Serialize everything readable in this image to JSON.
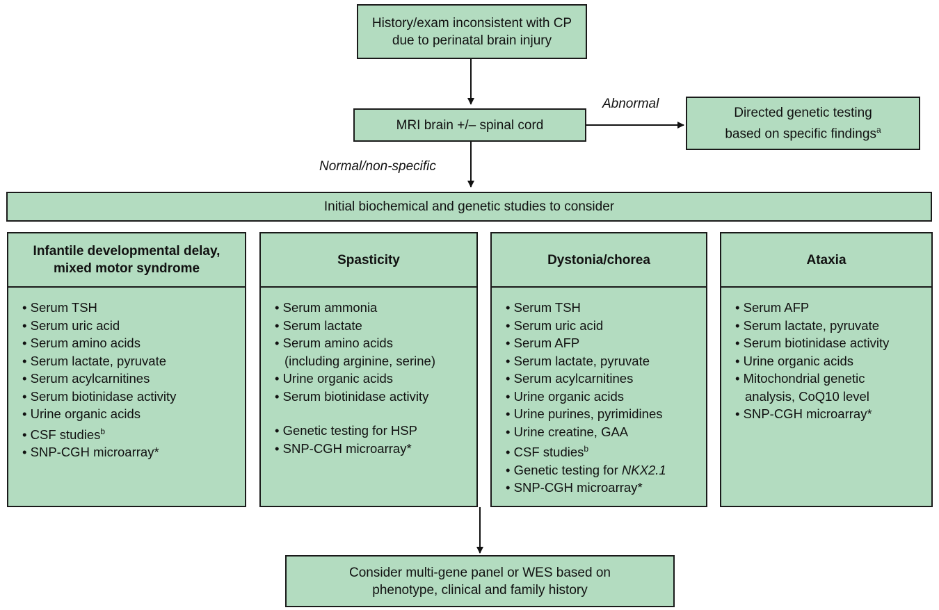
{
  "nodes": {
    "start": {
      "lines": [
        "History/exam inconsistent with CP",
        "due to perinatal brain injury"
      ]
    },
    "mri": {
      "text": "MRI brain +/– spinal cord"
    },
    "directed": {
      "line1": "Directed genetic testing",
      "line2": "based on specific findings",
      "sup": "a"
    },
    "initial": {
      "text": "Initial biochemical and genetic studies to consider"
    },
    "final": {
      "lines": [
        "Consider multi-gene panel or WES based on",
        "phenotype, clinical and family history"
      ]
    }
  },
  "edge_labels": {
    "abnormal": "Abnormal",
    "normal": "Normal/non-specific"
  },
  "columns": [
    {
      "title_lines": [
        "Infantile developmental delay,",
        "mixed motor syndrome"
      ],
      "items": [
        {
          "text": "Serum TSH"
        },
        {
          "text": "Serum uric acid"
        },
        {
          "text": "Serum amino acids"
        },
        {
          "text": "Serum lactate, pyruvate"
        },
        {
          "text": "Serum acylcarnitines"
        },
        {
          "text": "Serum biotinidase activity"
        },
        {
          "text": "Urine organic acids"
        },
        {
          "text": "CSF studies",
          "sup": "b"
        },
        {
          "text": "SNP-CGH microarray*"
        }
      ]
    },
    {
      "title_lines": [
        "Spasticity"
      ],
      "items": [
        {
          "text": "Serum ammonia"
        },
        {
          "text": "Serum lactate"
        },
        {
          "text": "Serum amino acids",
          "cont": "(including arginine, serine)"
        },
        {
          "text": "Urine organic acids"
        },
        {
          "text": "Serum biotinidase activity"
        },
        {
          "text": "Genetic testing for HSP",
          "gap": true
        },
        {
          "text": "SNP-CGH microarray*"
        }
      ]
    },
    {
      "title_lines": [
        "Dystonia/chorea"
      ],
      "items": [
        {
          "text": "Serum TSH"
        },
        {
          "text": "Serum uric acid"
        },
        {
          "text": "Serum AFP"
        },
        {
          "text": "Serum lactate, pyruvate"
        },
        {
          "text": "Serum acylcarnitines"
        },
        {
          "text": "Urine organic acids"
        },
        {
          "text": "Urine purines, pyrimidines"
        },
        {
          "text": "Urine creatine, GAA"
        },
        {
          "text": "CSF studies",
          "sup": "b"
        },
        {
          "text": "Genetic testing for ",
          "italic": "NKX2.1"
        },
        {
          "text": "SNP-CGH microarray*"
        }
      ]
    },
    {
      "title_lines": [
        "Ataxia"
      ],
      "items": [
        {
          "text": "Serum AFP"
        },
        {
          "text": "Serum lactate, pyruvate"
        },
        {
          "text": "Serum biotinidase activity"
        },
        {
          "text": "Urine organic acids"
        },
        {
          "text": "Mitochondrial genetic",
          "cont": "analysis, CoQ10 level"
        },
        {
          "text": "SNP-CGH microarray*"
        }
      ]
    }
  ],
  "bullet": "•"
}
